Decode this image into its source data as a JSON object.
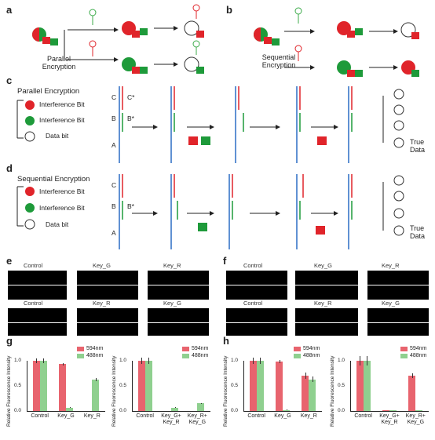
{
  "panels": {
    "a": {
      "label": "a",
      "caption": "Parallel\nEncryption"
    },
    "b": {
      "label": "b",
      "caption": "Sequential\nEncryption"
    },
    "c": {
      "label": "c",
      "title": "Parallel Encryption",
      "true_data": "True\nData"
    },
    "d": {
      "label": "d",
      "title": "Sequential Encryption",
      "true_data": "True\nData"
    },
    "e": {
      "label": "e"
    },
    "f": {
      "label": "f"
    },
    "g": {
      "label": "g"
    },
    "h": {
      "label": "h"
    }
  },
  "legend_items": [
    "Interference Bit",
    "Interference Bit",
    "Data bit"
  ],
  "strand_labels": {
    "c": "C",
    "cstar": "C*",
    "b": "B",
    "bstar": "B*",
    "a": "A"
  },
  "micro": {
    "e_top": [
      "Control",
      "Key_G",
      "Key_R"
    ],
    "e_bottom": [
      "Control",
      "Key_R",
      "Key_G"
    ],
    "f_top": [
      "Control",
      "Key_G",
      "Key_R"
    ],
    "f_bottom": [
      "Control",
      "Key_R",
      "Key_G"
    ]
  },
  "colors": {
    "red": "#e8646e",
    "green": "#8fd08f",
    "arrow_grey": "#999999",
    "arrow_green": "#3cab4a",
    "arrow_orange": "#e8692a"
  },
  "chart_data": [
    {
      "type": "bar",
      "panel": "g-left",
      "ylabel": "Relative Fluorescence Intensity",
      "ylim": [
        0,
        1.0
      ],
      "yticks": [
        "0.0",
        "0.5",
        "1.0"
      ],
      "categories": [
        "Control",
        "Key_G",
        "Key_R"
      ],
      "series": [
        {
          "name": "594nm",
          "values": [
            1.0,
            0.93,
            0.0
          ],
          "err": [
            0.05,
            0.03,
            0.0
          ]
        },
        {
          "name": "488nm",
          "values": [
            1.0,
            0.07,
            0.63
          ],
          "err": [
            0.05,
            0.01,
            0.03
          ]
        }
      ]
    },
    {
      "type": "bar",
      "panel": "g-right",
      "ylabel": "Relative Fluorescence Intensity",
      "ylim": [
        0,
        1.0
      ],
      "yticks": [
        "0.0",
        "0.5",
        "1.0"
      ],
      "categories": [
        "Control",
        "Key_G+\nKey_R",
        "Key_R+\nKey_G"
      ],
      "series": [
        {
          "name": "594nm",
          "values": [
            1.0,
            0.0,
            0.0
          ],
          "err": [
            0.07,
            0.0,
            0.0
          ]
        },
        {
          "name": "488nm",
          "values": [
            1.0,
            0.07,
            0.15
          ],
          "err": [
            0.07,
            0.01,
            0.01
          ]
        }
      ]
    },
    {
      "type": "bar",
      "panel": "h-left",
      "ylabel": "Relative Fluorescence Intensity",
      "ylim": [
        0,
        1.0
      ],
      "yticks": [
        "0.0",
        "0.5",
        "1.0"
      ],
      "categories": [
        "Control",
        "Key_G",
        "Key_R"
      ],
      "series": [
        {
          "name": "594nm",
          "values": [
            1.0,
            0.98,
            0.7
          ],
          "err": [
            0.07,
            0.03,
            0.06
          ]
        },
        {
          "name": "488nm",
          "values": [
            1.0,
            0.02,
            0.63
          ],
          "err": [
            0.07,
            0.01,
            0.05
          ]
        }
      ]
    },
    {
      "type": "bar",
      "panel": "h-right",
      "ylabel": "Relative Fluorescence Intensity",
      "ylim": [
        0,
        1.0
      ],
      "yticks": [
        "0.0",
        "0.5",
        "1.0"
      ],
      "categories": [
        "Control",
        "Key_G+\nKey_R",
        "Key_R+\nKey_G"
      ],
      "series": [
        {
          "name": "594nm",
          "values": [
            1.0,
            0.02,
            0.7
          ],
          "err": [
            0.1,
            0.0,
            0.05
          ]
        },
        {
          "name": "488nm",
          "values": [
            1.0,
            0.02,
            0.02
          ],
          "err": [
            0.1,
            0.0,
            0.0
          ]
        }
      ]
    }
  ]
}
